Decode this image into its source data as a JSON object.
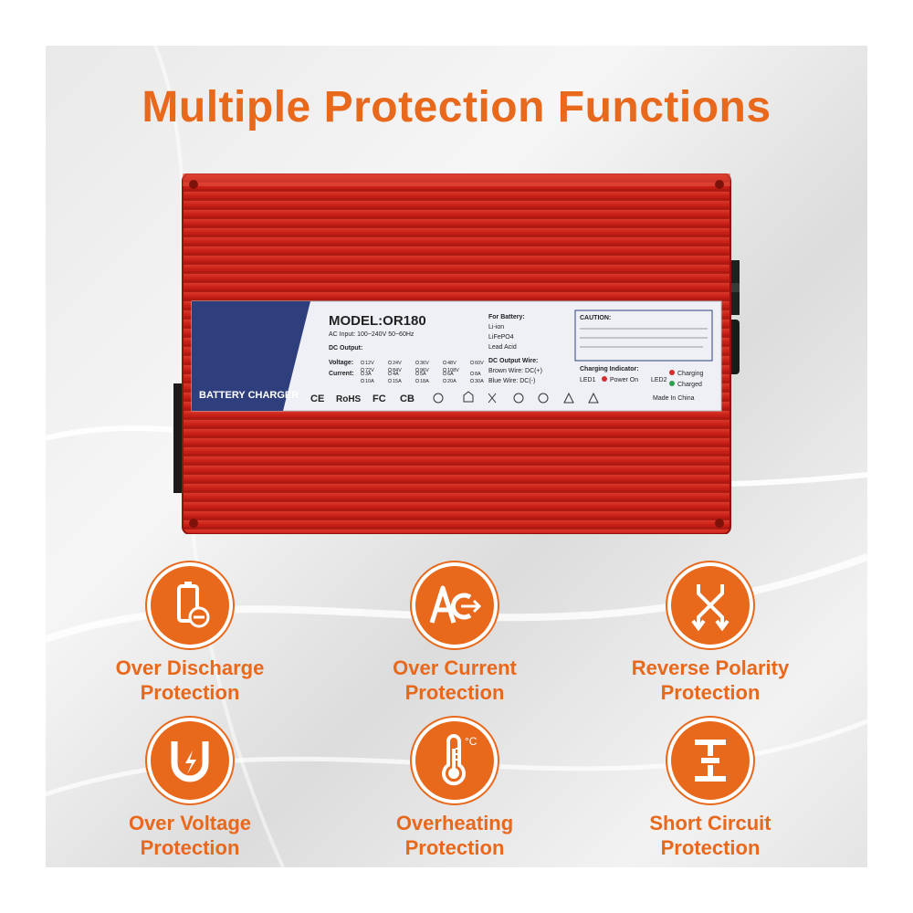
{
  "headline": "Multiple Protection Functions",
  "colors": {
    "accent": "#e8681c",
    "charger_body": "#d42a1e",
    "label_navy": "#2f3f7d"
  },
  "charger_label": {
    "model": "MODEL:OR180",
    "ac_input": "AC Input: 100~240V  50~60Hz",
    "dc_output": "DC Output:",
    "voltage_label": "Voltage:",
    "current_label": "Current:",
    "voltages": [
      "12V",
      "24V",
      "36V",
      "48V",
      "60V",
      "72V",
      "84V",
      "96V",
      "108V"
    ],
    "currents": [
      "3A",
      "4A",
      "5A",
      "6A",
      "8A",
      "10A",
      "15A",
      "18A",
      "20A",
      "30A"
    ],
    "brand": "BATTERY CHARGER",
    "for_battery": "For Battery:",
    "battery_types": [
      "Li-ion",
      "LiFePO4",
      "Lead Acid"
    ],
    "dc_wire_title": "DC Output Wire:",
    "brown_wire": "Brown Wire: DC(+)",
    "blue_wire": "Blue Wire: DC(-)",
    "caution_title": "CAUTION:",
    "charging_indicator": "Charging Indicator:",
    "led1": "LED1",
    "power_on": "Power On",
    "led2": "LED2",
    "charging": "Charging",
    "charged": "Charged",
    "made_in": "Made In China",
    "cert_marks": [
      "CE",
      "RoHS",
      "FC",
      "CB"
    ]
  },
  "features": [
    {
      "icon": "battery-minus-icon",
      "line1": "Over Discharge",
      "line2": "Protection"
    },
    {
      "icon": "ac-current-icon",
      "line1": "Over Current",
      "line2": "Protection"
    },
    {
      "icon": "reverse-arrows-icon",
      "line1": "Reverse Polarity",
      "line2": "Protection"
    },
    {
      "icon": "magnet-bolt-icon",
      "line1": "Over Voltage",
      "line2": "Protection"
    },
    {
      "icon": "thermometer-icon",
      "line1": "Overheating",
      "line2": "Protection",
      "unit": "°C"
    },
    {
      "icon": "circuit-break-icon",
      "line1": "Short Circuit",
      "line2": "Protection"
    }
  ]
}
